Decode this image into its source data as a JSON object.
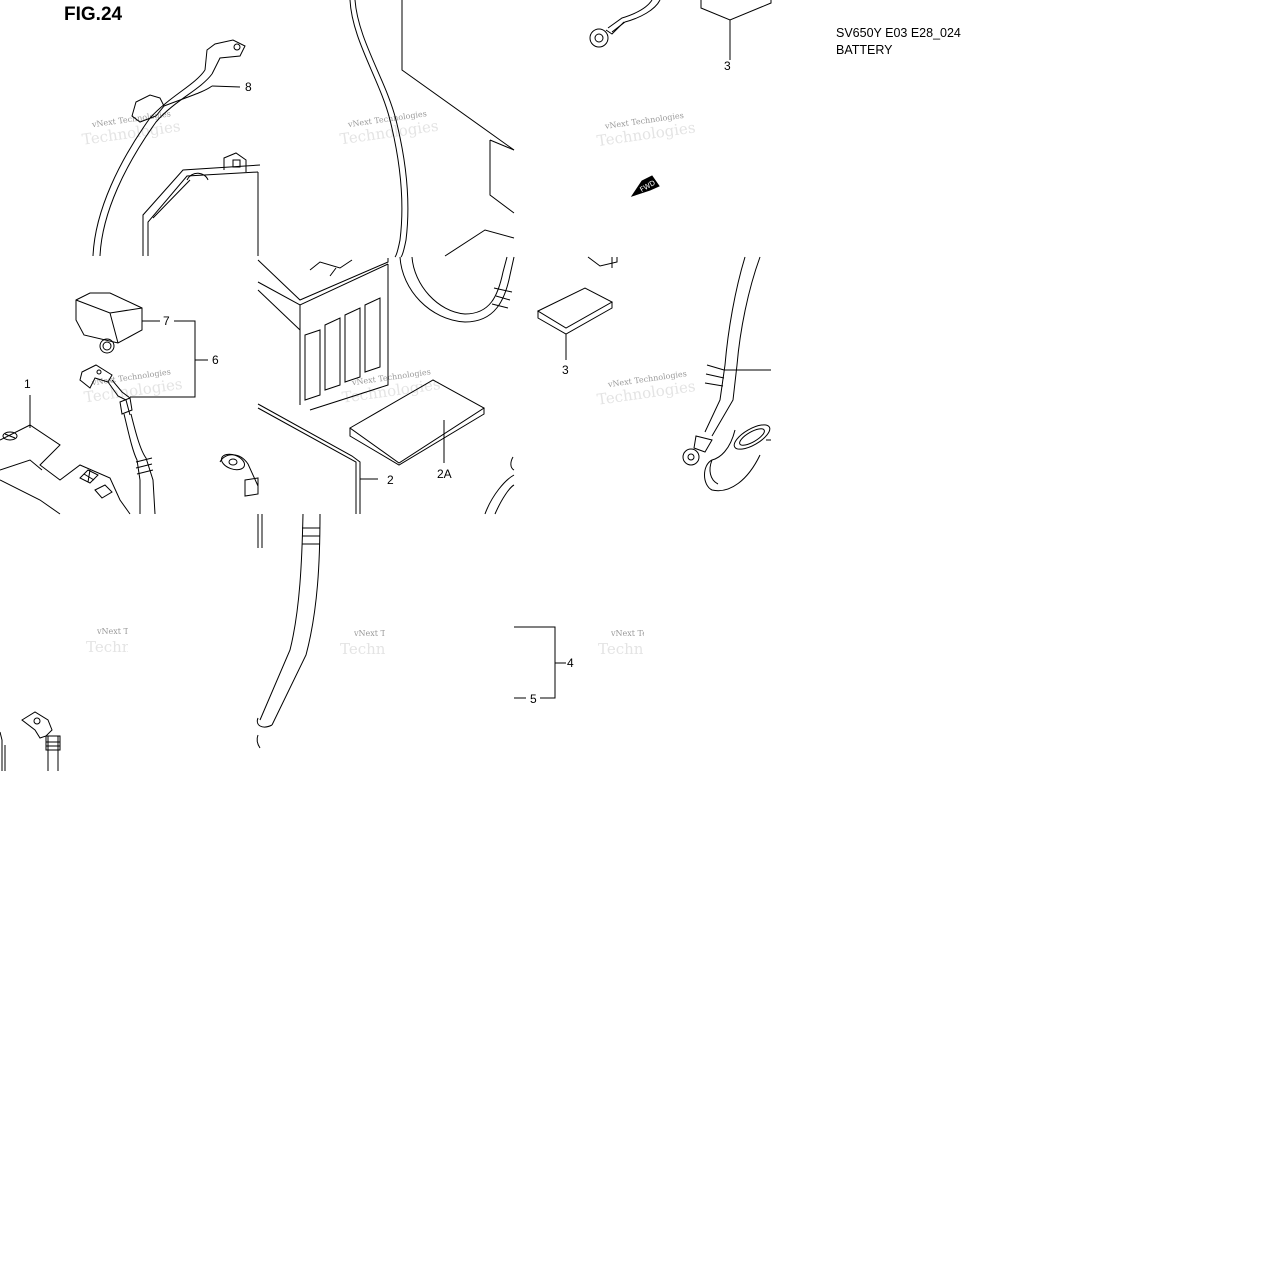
{
  "figure": {
    "label": "FIG.24",
    "model_code": "SV650Y E03 E28_024",
    "section": "BATTERY"
  },
  "callouts": [
    {
      "id": "c1",
      "text": "1"
    },
    {
      "id": "c2",
      "text": "2"
    },
    {
      "id": "c2a",
      "text": "2A"
    },
    {
      "id": "c3a",
      "text": "3"
    },
    {
      "id": "c3b",
      "text": "3"
    },
    {
      "id": "c4",
      "text": "4"
    },
    {
      "id": "c5",
      "text": "5"
    },
    {
      "id": "c6",
      "text": "6"
    },
    {
      "id": "c7",
      "text": "7"
    },
    {
      "id": "c8",
      "text": "8"
    }
  ],
  "watermark": {
    "line1": "vNext Technologies",
    "line2": "Technologies"
  },
  "fwd_arrow_label": "FWD",
  "colors": {
    "line": "#000000",
    "background": "#ffffff",
    "watermark": "#9a9a9a"
  }
}
